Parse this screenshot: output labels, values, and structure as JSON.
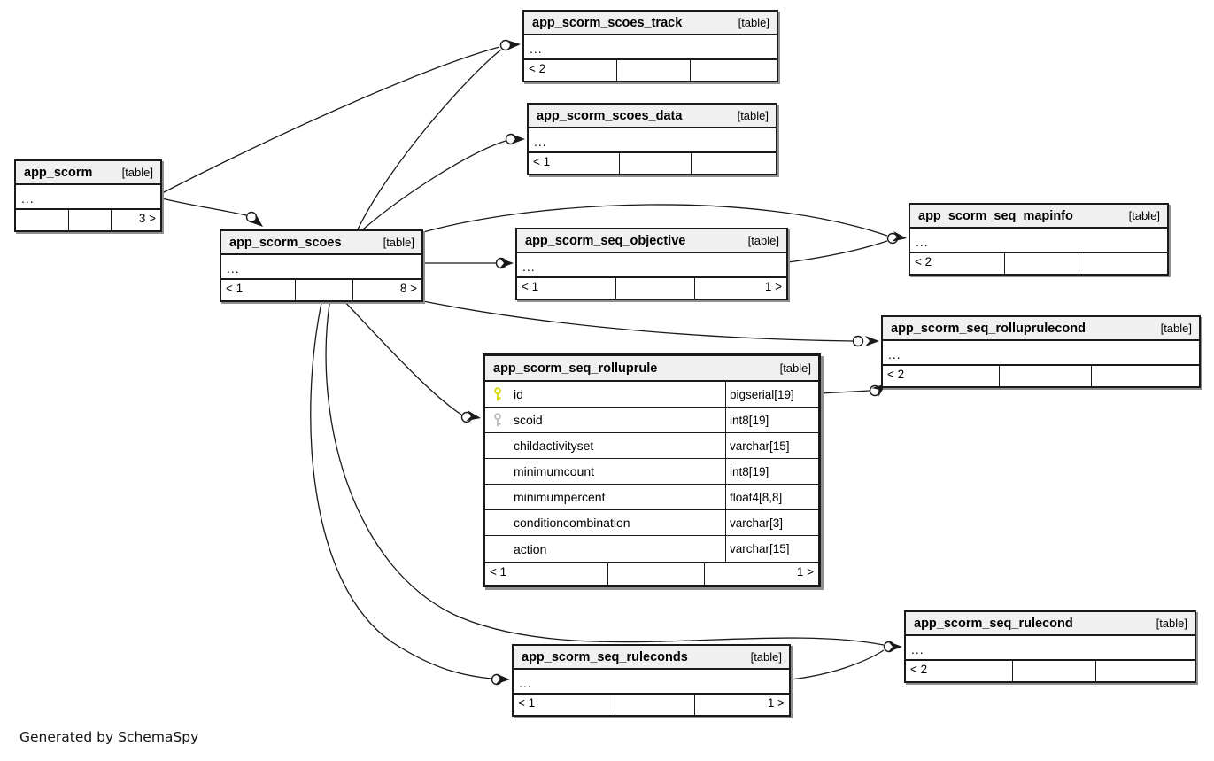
{
  "page": {
    "footer_note": "Generated by SchemaSpy"
  },
  "icons": {
    "primary_key_color": "#d9d919",
    "foreign_key_color": "#bfbfbf"
  },
  "tables": {
    "app_scorm": {
      "name": "app_scorm",
      "tag": "[table]",
      "more": "...",
      "footer": {
        "left": "",
        "mid": "",
        "right": "3 >"
      }
    },
    "app_scorm_scoes_track": {
      "name": "app_scorm_scoes_track",
      "tag": "[table]",
      "more": "...",
      "footer": {
        "left": "< 2",
        "mid": "",
        "right": ""
      }
    },
    "app_scorm_scoes_data": {
      "name": "app_scorm_scoes_data",
      "tag": "[table]",
      "more": "...",
      "footer": {
        "left": "< 1",
        "mid": "",
        "right": ""
      }
    },
    "app_scorm_scoes": {
      "name": "app_scorm_scoes",
      "tag": "[table]",
      "more": "...",
      "footer": {
        "left": "< 1",
        "mid": "",
        "right": "8 >"
      }
    },
    "app_scorm_seq_objective": {
      "name": "app_scorm_seq_objective",
      "tag": "[table]",
      "more": "...",
      "footer": {
        "left": "< 1",
        "mid": "",
        "right": "1 >"
      }
    },
    "app_scorm_seq_mapinfo": {
      "name": "app_scorm_seq_mapinfo",
      "tag": "[table]",
      "more": "...",
      "footer": {
        "left": "< 2",
        "mid": "",
        "right": ""
      }
    },
    "app_scorm_seq_rolluprulecond": {
      "name": "app_scorm_seq_rolluprulecond",
      "tag": "[table]",
      "more": "...",
      "footer": {
        "left": "< 2",
        "mid": "",
        "right": ""
      }
    },
    "app_scorm_seq_rolluprule": {
      "name": "app_scorm_seq_rolluprule",
      "tag": "[table]",
      "fields": [
        {
          "icon": "primary-key-icon",
          "name": "id",
          "type": "bigserial[19]"
        },
        {
          "icon": "foreign-key-icon",
          "name": "scoid",
          "type": "int8[19]"
        },
        {
          "icon": "",
          "name": "childactivityset",
          "type": "varchar[15]"
        },
        {
          "icon": "",
          "name": "minimumcount",
          "type": "int8[19]"
        },
        {
          "icon": "",
          "name": "minimumpercent",
          "type": "float4[8,8]"
        },
        {
          "icon": "",
          "name": "conditioncombination",
          "type": "varchar[3]"
        },
        {
          "icon": "",
          "name": "action",
          "type": "varchar[15]"
        }
      ],
      "footer": {
        "left": "< 1",
        "mid": "",
        "right": "1 >"
      }
    },
    "app_scorm_seq_rulecond": {
      "name": "app_scorm_seq_rulecond",
      "tag": "[table]",
      "more": "...",
      "footer": {
        "left": "< 2",
        "mid": "",
        "right": ""
      }
    },
    "app_scorm_seq_ruleconds": {
      "name": "app_scorm_seq_ruleconds",
      "tag": "[table]",
      "more": "...",
      "footer": {
        "left": "< 1",
        "mid": "",
        "right": "1 >"
      }
    }
  },
  "relationships": [
    {
      "from": "app_scorm",
      "to": "app_scorm_scoes_track"
    },
    {
      "from": "app_scorm",
      "to": "app_scorm_scoes"
    },
    {
      "from": "app_scorm_scoes",
      "to": "app_scorm_scoes_track"
    },
    {
      "from": "app_scorm_scoes",
      "to": "app_scorm_scoes_data"
    },
    {
      "from": "app_scorm_scoes",
      "to": "app_scorm_seq_objective"
    },
    {
      "from": "app_scorm_scoes",
      "to": "app_scorm_seq_mapinfo"
    },
    {
      "from": "app_scorm_seq_objective",
      "to": "app_scorm_seq_mapinfo"
    },
    {
      "from": "app_scorm_scoes",
      "to": "app_scorm_seq_rolluprulecond"
    },
    {
      "from": "app_scorm_seq_rolluprule",
      "to": "app_scorm_seq_rolluprulecond"
    },
    {
      "from": "app_scorm_scoes",
      "to": "app_scorm_seq_rolluprule"
    },
    {
      "from": "app_scorm_scoes",
      "to": "app_scorm_seq_ruleconds"
    },
    {
      "from": "app_scorm_scoes",
      "to": "app_scorm_seq_rulecond"
    },
    {
      "from": "app_scorm_seq_ruleconds",
      "to": "app_scorm_seq_rulecond"
    }
  ]
}
